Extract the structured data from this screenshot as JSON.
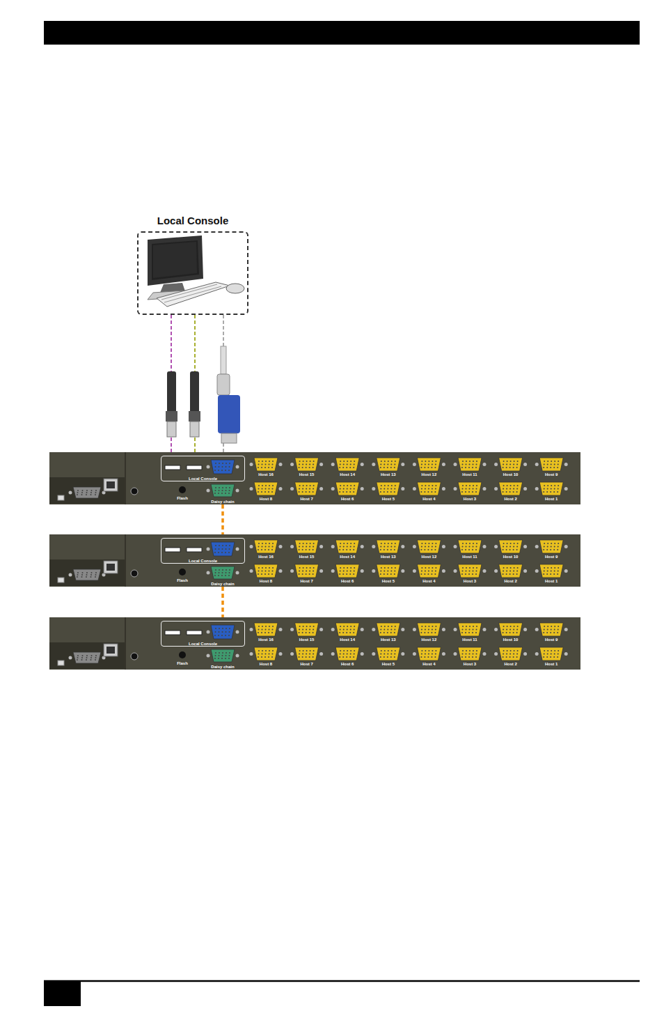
{
  "diagram": {
    "nodes": [
      {
        "text": [
          "Local Console"
        ]
      },
      {
        "text": [
          "Flash",
          "Host 16",
          "Host 15",
          "Host 14",
          "Host 13",
          "Host 12",
          "Host 11",
          "Host 10",
          "Host 9",
          "Host 8",
          "Host 7",
          "Host 6",
          "Host 5",
          "Host 4",
          "Host 3",
          "Host 2",
          "Host 1"
        ]
      },
      {
        "text": [
          "Local Console"
        ],
        "in": 1
      },
      {
        "text": [
          "Daisy chain"
        ],
        "in": 1
      },
      {
        "text": [
          "Flash",
          "Host 16",
          "Host 15",
          "Host 14",
          "Host 13",
          "Host 12",
          "Host 11",
          "Host 10",
          "Host 9",
          "Host 8",
          "Host 7",
          "Host 6",
          "Host 5",
          "Host 4",
          "Host 3",
          "Host 2",
          "Host 1"
        ]
      },
      {
        "text": [
          "Local Console"
        ],
        "in": 4
      },
      {
        "text": [
          "Daisy chain"
        ],
        "in": 4
      },
      {
        "text": [
          "Flash",
          "Host 16",
          "Host 15",
          "Host 14",
          "Host 13",
          "Host 12",
          "Host 11",
          "Host 10",
          "Host 9",
          "Host 8",
          "Host 7",
          "Host 6",
          "Host 5",
          "Host 4",
          "Host 3",
          "Host 2",
          "Host 1"
        ]
      },
      {
        "text": [
          "Local Console"
        ],
        "in": 7
      },
      {
        "text": [
          "Daisy chain"
        ],
        "in": 7
      }
    ],
    "edges": [
      {
        "from": 0,
        "to": 2,
        "arrow": "none"
      },
      {
        "from": 0,
        "to": 2,
        "arrow": "none"
      },
      {
        "from": 0,
        "to": 2,
        "arrow": "none"
      },
      {
        "from": 3,
        "to": 5,
        "arrow": "none"
      },
      {
        "from": 6,
        "to": 8,
        "arrow": "none"
      }
    ]
  }
}
